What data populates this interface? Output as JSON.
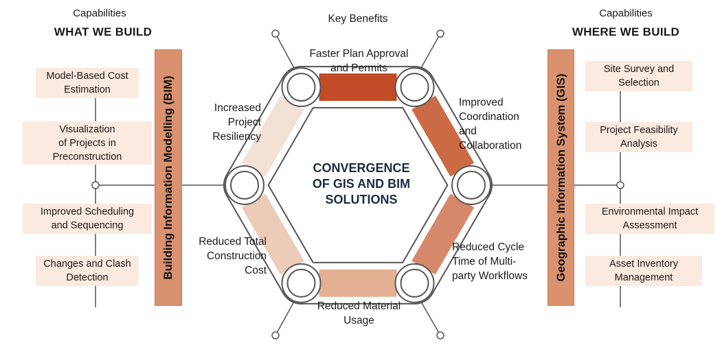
{
  "left": {
    "heading_small": "Capabilities",
    "heading_large": "WHAT WE BUILD",
    "bar_label": "Building Information Modelling (BIM)",
    "items": [
      "Model-Based Cost\nEstimation",
      "Visualization\nof Projects in\nPreconstruction",
      "Improved Scheduling\nand Sequencing",
      "Changes and Clash\nDetection"
    ]
  },
  "right": {
    "heading_small": "Capabilities",
    "heading_large": "WHERE WE BUILD",
    "bar_label": "Geographic Information System (GIS)",
    "items": [
      "Site Survey and\nSelection",
      "Project Feasibility\nAnalysis",
      "Environmental Impact\nAssessment",
      "Asset Inventory\nManagement"
    ]
  },
  "center": {
    "heading": "Key Benefits",
    "title": "CONVERGENCE\nOF GIS AND BIM\nSOLUTIONS",
    "benefits": [
      "Faster Plan Approval\nand Permits",
      "Improved\nCoordination\nand\nCollaboration",
      "Reduced Cycle\nTime of Multi-\nparty Workflows",
      "Reduced Material\nUsage",
      "Reduced Total\nConstruction\nCost",
      "Increased\nProject\nResiliency"
    ]
  },
  "colors": {
    "segments": [
      "#c24b28",
      "#cb6b45",
      "#d6896a",
      "#e3b093",
      "#eccbb8",
      "#f3e1d6"
    ],
    "bar_fill": "#d9916f",
    "box_fill": "#fbeadf",
    "line": "#555555",
    "title": "#1d2a44"
  }
}
